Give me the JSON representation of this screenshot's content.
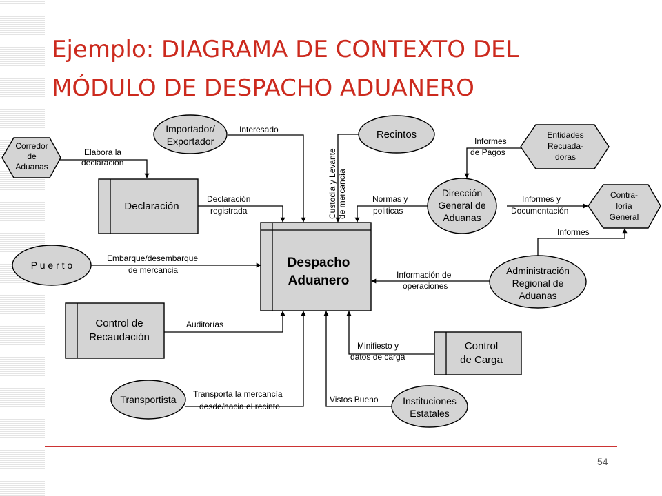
{
  "slide": {
    "title_line1": "Ejemplo: DIAGRAMA DE CONTEXTO DEL",
    "title_line2": "MÓDULO DE DESPACHO ADUANERO",
    "page_number": "54"
  },
  "nodes": {
    "despacho": [
      "Despacho",
      "Aduanero"
    ],
    "importador": [
      "Importador/",
      "Exportador"
    ],
    "recintos": [
      "Recintos"
    ],
    "corredor": [
      "Corredor",
      "de",
      "Aduanas"
    ],
    "declaracion": [
      "Declaración"
    ],
    "entidades": [
      "Entidades",
      "Recuada-",
      "doras"
    ],
    "direccion": [
      "Dirección",
      "General de",
      "Aduanas"
    ],
    "contraloria": [
      "Contra-",
      "loría",
      "General"
    ],
    "puerto": [
      "P u e r t o"
    ],
    "administracion": [
      "Administración",
      "Regional de",
      "Aduanas"
    ],
    "control_recaudacion": [
      "Control de",
      "Recaudación"
    ],
    "control_carga": [
      "Control",
      "de Carga"
    ],
    "transportista": [
      "Transportista"
    ],
    "instituciones": [
      "Instituciones",
      "Estatales"
    ]
  },
  "flows": {
    "interesado": [
      "Interesado"
    ],
    "custodia": [
      "Custodia y Levante",
      "de mercancía"
    ],
    "elabora": [
      "Elabora la",
      "declaración"
    ],
    "informes_pagos": [
      "Informes",
      "de Pagos"
    ],
    "declaracion_registrada": [
      "Declaración",
      "registrada"
    ],
    "normas": [
      "Normas y",
      "politicas"
    ],
    "informes_documentacion": [
      "Informes y",
      "Documentación"
    ],
    "informes": [
      "Informes"
    ],
    "embarque": [
      "Embarque/desembarque",
      "de mercancia"
    ],
    "informacion_operaciones": [
      "Información de",
      "operaciones"
    ],
    "auditorias": [
      "Auditorías"
    ],
    "minifiesto": [
      "Minifiesto y",
      "datos de carga"
    ],
    "transporta": [
      "Transporta la mercancía",
      "desde/hacia el recinto"
    ],
    "vistos_bueno": [
      "Vistos Bueno"
    ]
  }
}
